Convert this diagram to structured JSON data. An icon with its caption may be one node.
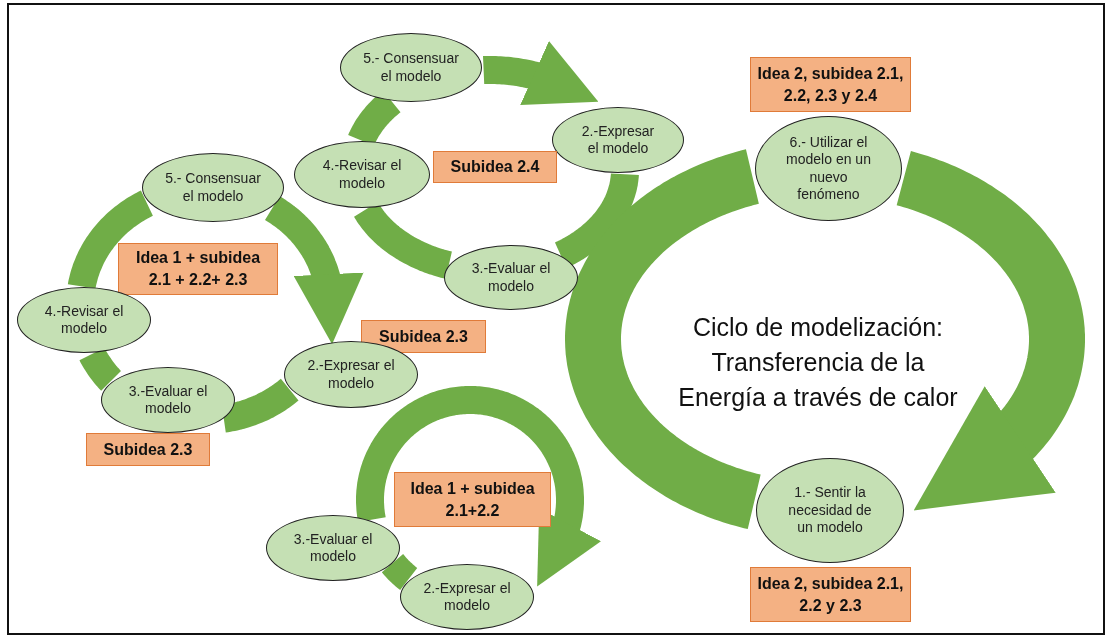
{
  "diagram": {
    "title": "Ciclo de modelización: Transferencia de la Energía a través de calor",
    "nodes": [
      {
        "text": [
          "5.- Consensuar el modelo"
        ]
      },
      {
        "text": [
          "Idea 2, subidea 2.1, 2.2, 2.3 y 2.4"
        ]
      },
      {
        "text": [
          "6.- Utilizar el modelo en un nuevo fenómeno"
        ]
      },
      {
        "text": [
          "2.-Expresar el modelo"
        ]
      },
      {
        "text": [
          "4.-Revisar el modelo"
        ]
      },
      {
        "text": [
          "Subidea 2.4"
        ]
      },
      {
        "text": [
          "5.- Consensuar el modelo"
        ]
      },
      {
        "text": [
          "Idea 1 + subidea 2.1 + 2.2+ 2.3"
        ]
      },
      {
        "text": [
          "3.-Evaluar el modelo"
        ]
      },
      {
        "text": [
          "4.-Revisar el modelo"
        ]
      },
      {
        "text": [
          "Subidea 2.3"
        ]
      },
      {
        "text": [
          "2.-Expresar el modelo"
        ]
      },
      {
        "text": [
          "3.-Evaluar el modelo"
        ]
      },
      {
        "text": [
          "Subidea 2.3"
        ]
      },
      {
        "text": [
          "1.- Sentir la necesidad de un modelo"
        ]
      },
      {
        "text": [
          "Idea 1 + subidea 2.1+2.2"
        ]
      },
      {
        "text": [
          "3.-Evaluar el modelo"
        ]
      },
      {
        "text": [
          "2.-Expresar el modelo"
        ]
      },
      {
        "text": [
          "Idea 2, subidea 2.1, 2.2 y 2.3"
        ]
      }
    ],
    "edges": [
      {
        "from": 3,
        "to": 8,
        "arrow": "none"
      },
      {
        "from": 8,
        "to": 4,
        "arrow": "none"
      },
      {
        "from": 4,
        "to": 0,
        "arrow": "none"
      },
      {
        "from": 0,
        "to": 3,
        "arrow": "to"
      },
      {
        "from": 11,
        "to": 12,
        "arrow": "none"
      },
      {
        "from": 12,
        "to": 9,
        "arrow": "none"
      },
      {
        "from": 9,
        "to": 6,
        "arrow": "none"
      },
      {
        "from": 6,
        "to": 11,
        "arrow": "to"
      },
      {
        "from": 17,
        "to": 16,
        "arrow": "none"
      },
      {
        "from": 16,
        "to": 17,
        "arrow": "to"
      },
      {
        "from": 14,
        "to": 2,
        "arrow": "none",
        "style": "thick"
      },
      {
        "from": 2,
        "to": 14,
        "arrow": "to",
        "style": "thick"
      }
    ]
  }
}
